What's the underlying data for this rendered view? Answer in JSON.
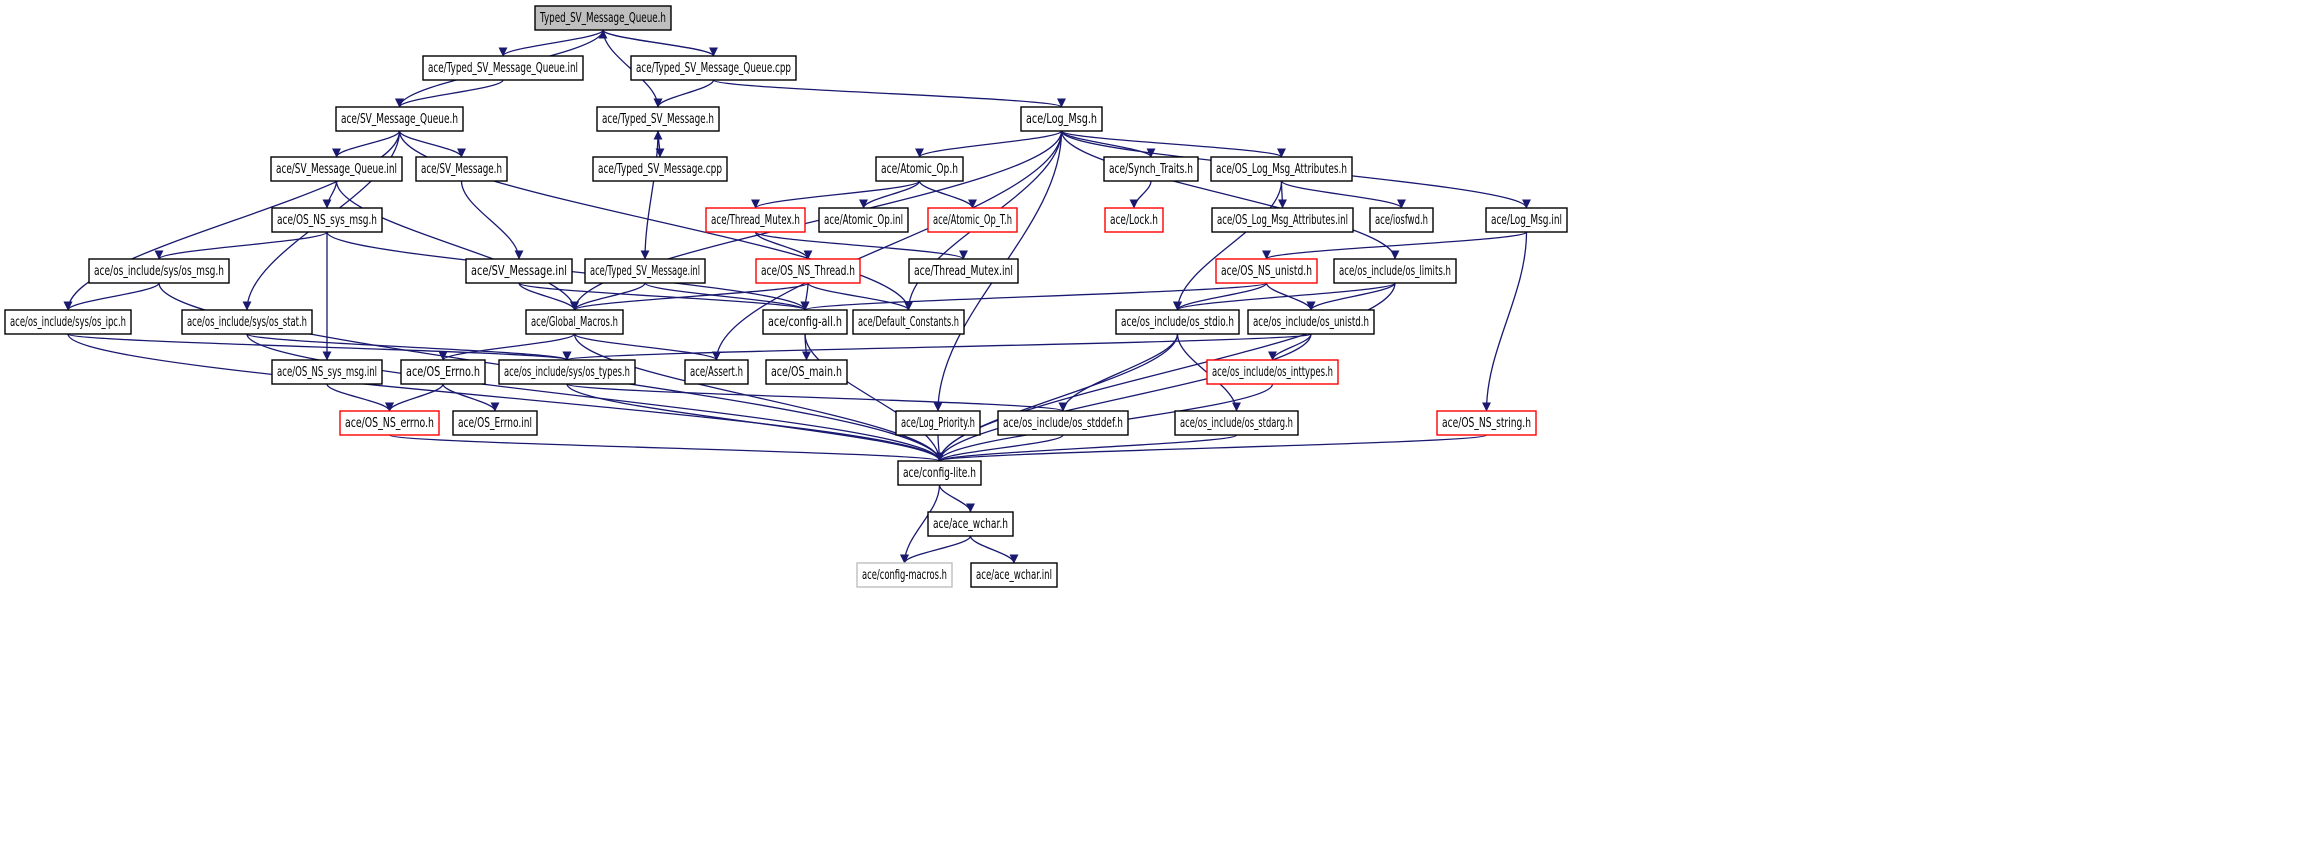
{
  "colors": {
    "background": "#ffffff",
    "edge": "#191970",
    "root_fill": "#bfbfbf",
    "normal_border": "#000000",
    "truncated_border": "#ff0000",
    "external_border": "#bfbfbf",
    "text": "#000000"
  },
  "nodes": [
    {
      "id": "n0",
      "label": "Typed_SV_Message_Queue.h",
      "style": "root"
    },
    {
      "id": "n1",
      "label": "ace/Typed_SV_Message_Queue.inl",
      "style": "normal"
    },
    {
      "id": "n2",
      "label": "ace/Typed_SV_Message_Queue.cpp",
      "style": "normal"
    },
    {
      "id": "n3",
      "label": "ace/SV_Message_Queue.h",
      "style": "normal"
    },
    {
      "id": "n4",
      "label": "ace/Typed_SV_Message.h",
      "style": "normal"
    },
    {
      "id": "n5",
      "label": "ace/Log_Msg.h",
      "style": "normal"
    },
    {
      "id": "n6",
      "label": "ace/SV_Message_Queue.inl",
      "style": "normal"
    },
    {
      "id": "n7",
      "label": "ace/SV_Message.h",
      "style": "normal"
    },
    {
      "id": "n8",
      "label": "ace/Typed_SV_Message.cpp",
      "style": "normal"
    },
    {
      "id": "n9",
      "label": "ace/Atomic_Op.h",
      "style": "normal"
    },
    {
      "id": "n10",
      "label": "ace/Synch_Traits.h",
      "style": "normal"
    },
    {
      "id": "n11",
      "label": "ace/OS_Log_Msg_Attributes.h",
      "style": "normal"
    },
    {
      "id": "n12",
      "label": "ace/OS_NS_sys_msg.h",
      "style": "normal"
    },
    {
      "id": "n13",
      "label": "ace/Thread_Mutex.h",
      "style": "truncated"
    },
    {
      "id": "n14",
      "label": "ace/Atomic_Op.inl",
      "style": "normal"
    },
    {
      "id": "n15",
      "label": "ace/Atomic_Op_T.h",
      "style": "truncated"
    },
    {
      "id": "n16",
      "label": "ace/Lock.h",
      "style": "truncated"
    },
    {
      "id": "n17",
      "label": "ace/OS_Log_Msg_Attributes.inl",
      "style": "normal"
    },
    {
      "id": "n18",
      "label": "ace/iosfwd.h",
      "style": "normal"
    },
    {
      "id": "n19",
      "label": "ace/Log_Msg.inl",
      "style": "normal"
    },
    {
      "id": "n20",
      "label": "ace/os_include/sys/os_msg.h",
      "style": "normal"
    },
    {
      "id": "n21",
      "label": "ace/SV_Message.inl",
      "style": "normal"
    },
    {
      "id": "n22",
      "label": "ace/Typed_SV_Message.inl",
      "style": "normal"
    },
    {
      "id": "n23",
      "label": "ace/OS_NS_Thread.h",
      "style": "truncated"
    },
    {
      "id": "n24",
      "label": "ace/Thread_Mutex.inl",
      "style": "normal"
    },
    {
      "id": "n25",
      "label": "ace/OS_NS_unistd.h",
      "style": "truncated"
    },
    {
      "id": "n26",
      "label": "ace/os_include/os_limits.h",
      "style": "normal"
    },
    {
      "id": "n27",
      "label": "ace/os_include/sys/os_ipc.h",
      "style": "normal"
    },
    {
      "id": "n28",
      "label": "ace/os_include/sys/os_stat.h",
      "style": "normal"
    },
    {
      "id": "n29",
      "label": "ace/Global_Macros.h",
      "style": "normal"
    },
    {
      "id": "n30",
      "label": "ace/config-all.h",
      "style": "normal"
    },
    {
      "id": "n31",
      "label": "ace/Default_Constants.h",
      "style": "normal"
    },
    {
      "id": "n32",
      "label": "ace/os_include/os_stdio.h",
      "style": "normal"
    },
    {
      "id": "n33",
      "label": "ace/os_include/os_unistd.h",
      "style": "normal"
    },
    {
      "id": "n34",
      "label": "ace/OS_NS_sys_msg.inl",
      "style": "normal"
    },
    {
      "id": "n35",
      "label": "ace/OS_Errno.h",
      "style": "normal"
    },
    {
      "id": "n36",
      "label": "ace/os_include/sys/os_types.h",
      "style": "normal"
    },
    {
      "id": "n37",
      "label": "ace/Assert.h",
      "style": "normal"
    },
    {
      "id": "n38",
      "label": "ace/OS_main.h",
      "style": "normal"
    },
    {
      "id": "n39",
      "label": "ace/os_include/os_inttypes.h",
      "style": "truncated"
    },
    {
      "id": "n40",
      "label": "ace/OS_NS_errno.h",
      "style": "truncated"
    },
    {
      "id": "n41",
      "label": "ace/OS_Errno.inl",
      "style": "normal"
    },
    {
      "id": "n42",
      "label": "ace/Log_Priority.h",
      "style": "normal"
    },
    {
      "id": "n43",
      "label": "ace/os_include/os_stddef.h",
      "style": "normal"
    },
    {
      "id": "n44",
      "label": "ace/os_include/os_stdarg.h",
      "style": "normal"
    },
    {
      "id": "n45",
      "label": "ace/OS_NS_string.h",
      "style": "truncated"
    },
    {
      "id": "n46",
      "label": "ace/config-lite.h",
      "style": "normal"
    },
    {
      "id": "n47",
      "label": "ace/ace_wchar.h",
      "style": "normal"
    },
    {
      "id": "n48",
      "label": "ace/config-macros.h",
      "style": "external"
    },
    {
      "id": "n49",
      "label": "ace/ace_wchar.inl",
      "style": "normal"
    }
  ],
  "edges": [
    [
      "n0",
      "n1"
    ],
    [
      "n0",
      "n2"
    ],
    [
      "n0",
      "n3"
    ],
    [
      "n0",
      "n4"
    ],
    [
      "n1",
      "n3"
    ],
    [
      "n2",
      "n0"
    ],
    [
      "n2",
      "n4"
    ],
    [
      "n2",
      "n5"
    ],
    [
      "n3",
      "n6"
    ],
    [
      "n3",
      "n7"
    ],
    [
      "n3",
      "n27"
    ],
    [
      "n3",
      "n28"
    ],
    [
      "n3",
      "n31"
    ],
    [
      "n4",
      "n8"
    ],
    [
      "n4",
      "n22"
    ],
    [
      "n8",
      "n4"
    ],
    [
      "n5",
      "n9"
    ],
    [
      "n5",
      "n10"
    ],
    [
      "n5",
      "n11"
    ],
    [
      "n5",
      "n19"
    ],
    [
      "n5",
      "n29"
    ],
    [
      "n5",
      "n31"
    ],
    [
      "n5",
      "n37"
    ],
    [
      "n5",
      "n42"
    ],
    [
      "n5",
      "n26"
    ],
    [
      "n6",
      "n12"
    ],
    [
      "n6",
      "n29"
    ],
    [
      "n7",
      "n21"
    ],
    [
      "n9",
      "n13"
    ],
    [
      "n9",
      "n14"
    ],
    [
      "n9",
      "n15"
    ],
    [
      "n10",
      "n16"
    ],
    [
      "n11",
      "n17"
    ],
    [
      "n11",
      "n18"
    ],
    [
      "n11",
      "n32"
    ],
    [
      "n12",
      "n20"
    ],
    [
      "n12",
      "n34"
    ],
    [
      "n12",
      "n30"
    ],
    [
      "n13",
      "n23"
    ],
    [
      "n13",
      "n24"
    ],
    [
      "n19",
      "n25"
    ],
    [
      "n19",
      "n45"
    ],
    [
      "n20",
      "n27"
    ],
    [
      "n20",
      "n46"
    ],
    [
      "n21",
      "n29"
    ],
    [
      "n21",
      "n30"
    ],
    [
      "n22",
      "n29"
    ],
    [
      "n22",
      "n30"
    ],
    [
      "n23",
      "n29"
    ],
    [
      "n23",
      "n30"
    ],
    [
      "n23",
      "n31"
    ],
    [
      "n25",
      "n30"
    ],
    [
      "n25",
      "n32"
    ],
    [
      "n25",
      "n33"
    ],
    [
      "n26",
      "n32"
    ],
    [
      "n26",
      "n33"
    ],
    [
      "n26",
      "n46"
    ],
    [
      "n27",
      "n36"
    ],
    [
      "n27",
      "n46"
    ],
    [
      "n28",
      "n36"
    ],
    [
      "n28",
      "n46"
    ],
    [
      "n29",
      "n35"
    ],
    [
      "n29",
      "n37"
    ],
    [
      "n29",
      "n46"
    ],
    [
      "n30",
      "n38"
    ],
    [
      "n30",
      "n46"
    ],
    [
      "n32",
      "n43"
    ],
    [
      "n32",
      "n44"
    ],
    [
      "n32",
      "n46"
    ],
    [
      "n33",
      "n36"
    ],
    [
      "n33",
      "n39"
    ],
    [
      "n33",
      "n46"
    ],
    [
      "n34",
      "n40"
    ],
    [
      "n35",
      "n40"
    ],
    [
      "n35",
      "n41"
    ],
    [
      "n36",
      "n43"
    ],
    [
      "n36",
      "n46"
    ],
    [
      "n39",
      "n46"
    ],
    [
      "n40",
      "n46"
    ],
    [
      "n42",
      "n46"
    ],
    [
      "n43",
      "n46"
    ],
    [
      "n44",
      "n46"
    ],
    [
      "n45",
      "n46"
    ],
    [
      "n46",
      "n47"
    ],
    [
      "n46",
      "n48"
    ],
    [
      "n47",
      "n48"
    ],
    [
      "n47",
      "n49"
    ]
  ]
}
